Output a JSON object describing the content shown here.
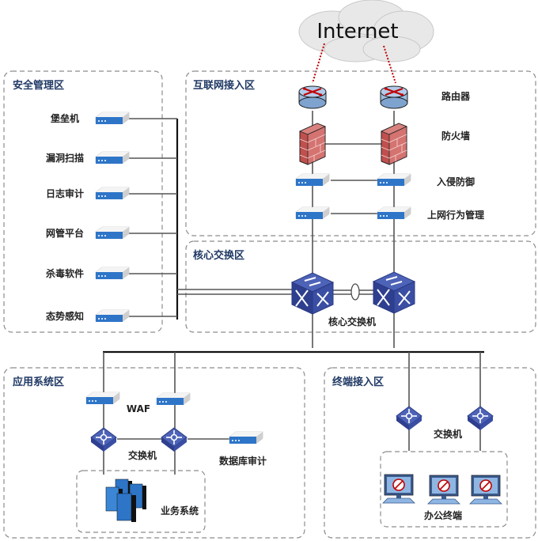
{
  "cloud": {
    "label": "Internet"
  },
  "zones": {
    "security": {
      "title": "安全管理区"
    },
    "internet_access": {
      "title": "互联网接入区"
    },
    "core": {
      "title": "核心交换区"
    },
    "application": {
      "title": "应用系统区"
    },
    "terminal": {
      "title": "终端接入区"
    }
  },
  "security_devices": [
    {
      "label": "堡垒机",
      "icon": "appliance-icon"
    },
    {
      "label": "漏洞扫描",
      "icon": "appliance-icon"
    },
    {
      "label": "日志审计",
      "icon": "appliance-icon"
    },
    {
      "label": "网管平台",
      "icon": "appliance-icon"
    },
    {
      "label": "杀毒软件",
      "icon": "appliance-icon"
    },
    {
      "label": "态势感知",
      "icon": "appliance-icon"
    }
  ],
  "internet_access_layers": [
    {
      "label": "路由器",
      "icon": "router-icon"
    },
    {
      "label": "防火墙",
      "icon": "firewall-icon"
    },
    {
      "label": "入侵防御",
      "icon": "appliance-icon"
    },
    {
      "label": "上网行为管理",
      "icon": "appliance-icon"
    }
  ],
  "core": {
    "switch_label": "核心交换机",
    "icon": "core-switch-icon"
  },
  "application": {
    "waf_label": "WAF",
    "switch_label": "交换机",
    "db_audit_label": "数据库审计",
    "business_label": "业务系统"
  },
  "terminal": {
    "switch_label": "交换机",
    "office_label": "办公终端",
    "terminal_count": 3
  },
  "colors": {
    "zone_title": "#1f3864",
    "device_blue": "#2e75c8",
    "firewall_red": "#c0504d",
    "link_red": "#c00000",
    "switch_navy": "#2f3f8f"
  }
}
